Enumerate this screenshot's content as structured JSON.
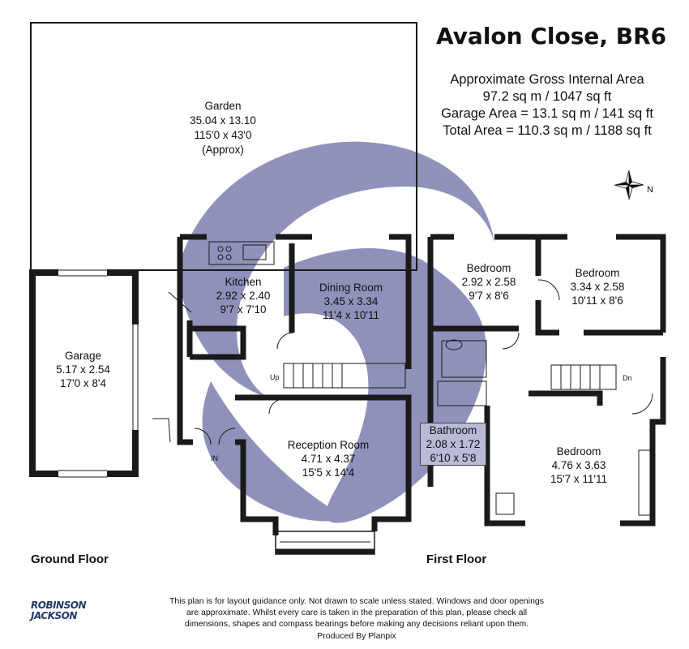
{
  "title": "Avalon Close, BR6",
  "area_info": {
    "line1": "Approximate Gross Internal Area",
    "line2": "97.2 sq m / 1047 sq ft",
    "line3": "Garage Area =  13.1 sq m / 141 sq ft",
    "line4": "Total Area = 110.3 sq m / 1188 sq ft"
  },
  "compass": {
    "label": "N"
  },
  "floors": {
    "ground": "Ground Floor",
    "first": "First Floor"
  },
  "rooms": {
    "garden": {
      "name": "Garden",
      "metric": "35.04 x 13.10",
      "imperial": "115'0 x 43'0",
      "note": "(Approx)"
    },
    "garage": {
      "name": "Garage",
      "metric": "5.17 x 2.54",
      "imperial": "17'0 x 8'4"
    },
    "kitchen": {
      "name": "Kitchen",
      "metric": "2.92 x 2.40",
      "imperial": "9'7 x 7'10"
    },
    "dining": {
      "name": "Dining Room",
      "metric": "3.45 x 3.34",
      "imperial": "11'4 x 10'11"
    },
    "reception": {
      "name": "Reception Room",
      "metric": "4.71 x 4.37",
      "imperial": "15'5 x 14'4"
    },
    "bedroom1": {
      "name": "Bedroom",
      "metric": "2.92 x 2.58",
      "imperial": "9'7 x 8'6"
    },
    "bedroom2": {
      "name": "Bedroom",
      "metric": "3.34 x 2.58",
      "imperial": "10'11 x 8'6"
    },
    "bedroom3": {
      "name": "Bedroom",
      "metric": "4.76 x 3.63",
      "imperial": "15'7 x 11'11"
    },
    "bathroom": {
      "name": "Bathroom",
      "metric": "2.08 x 1.72",
      "imperial": "6'10 x 5'8"
    }
  },
  "stair_labels": {
    "up": "Up",
    "down": "Dn",
    "entrance": "IN"
  },
  "disclaimer": {
    "line1": "This plan is for layout guidance only. Not drawn to scale unless stated. Windows and door openings",
    "line2": "are approximate. Whilst every care is taken in the preparation of this plan, please check all",
    "line3": "dimensions, shapes and compass bearings before making any decisions reliant upon them.",
    "line4": "Produced By Planpix"
  },
  "logo": {
    "line1": "ROBINSON",
    "line2": "JACKSON"
  },
  "colors": {
    "watermark": "#8a8cb8",
    "wall": "#1a1a1a",
    "logo": "#23376b"
  }
}
